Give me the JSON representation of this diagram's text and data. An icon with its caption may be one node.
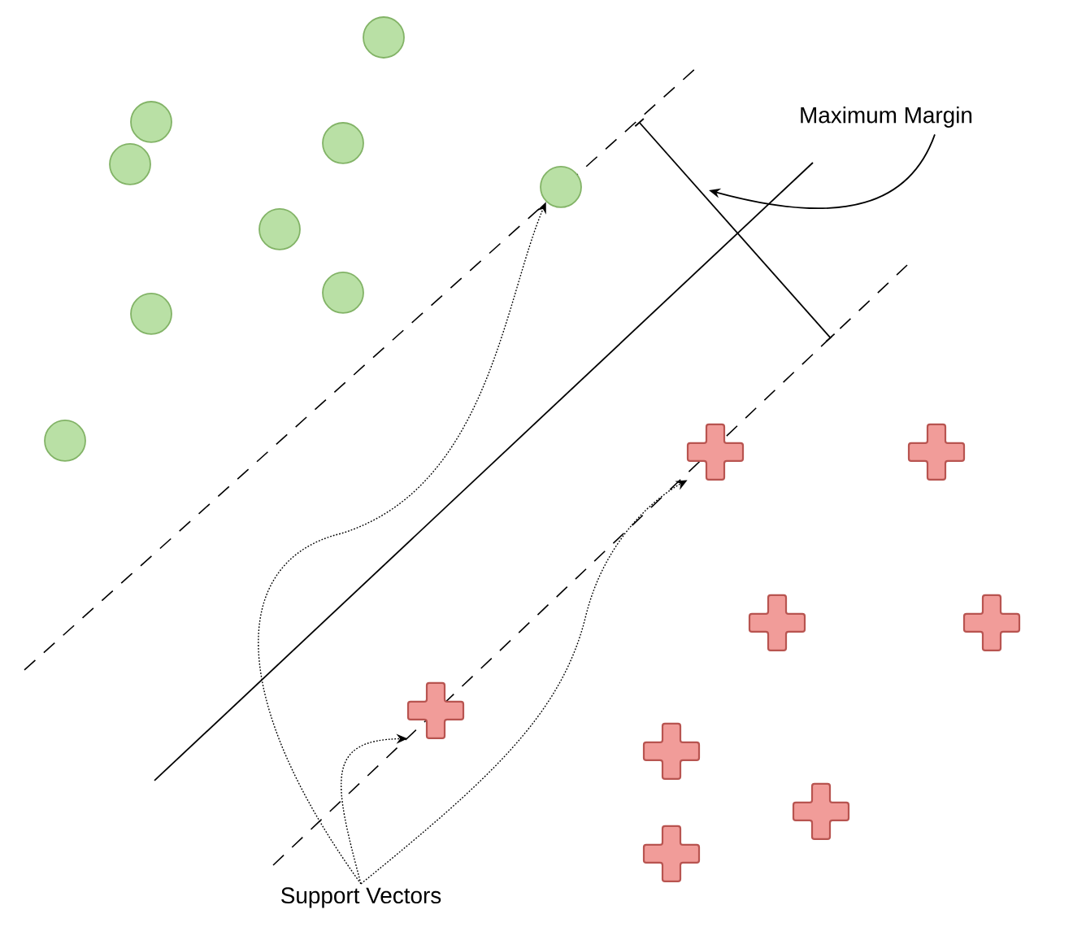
{
  "diagram": {
    "nodes": [
      {
        "text": [
          "Maximum Margin"
        ]
      },
      {
        "text": [],
        "shape": "circle"
      },
      {
        "text": [],
        "shape": "circle"
      },
      {
        "text": [],
        "shape": "circle"
      },
      {
        "text": [],
        "shape": "circle"
      },
      {
        "text": [],
        "shape": "circle"
      },
      {
        "text": [],
        "shape": "circle"
      },
      {
        "text": [],
        "shape": "circle"
      },
      {
        "text": [],
        "shape": "circle"
      },
      {
        "text": [],
        "shape": "circle"
      },
      {
        "text": [],
        "shape": "plus"
      },
      {
        "text": [],
        "shape": "plus"
      },
      {
        "text": [],
        "shape": "plus"
      },
      {
        "text": [],
        "shape": "plus"
      },
      {
        "text": [],
        "shape": "plus"
      },
      {
        "text": [],
        "shape": "plus"
      },
      {
        "text": [],
        "shape": "plus"
      },
      {
        "text": [],
        "shape": "plus"
      },
      {
        "text": [
          "Support Vectors"
        ]
      }
    ],
    "edges": [
      {
        "from": 0,
        "to": null,
        "arrow": "to"
      },
      {
        "from": 18,
        "to": 5,
        "arrow": "to",
        "style": "dashed"
      },
      {
        "from": 18,
        "to": 10,
        "arrow": "to",
        "style": "dashed"
      },
      {
        "from": 18,
        "to": 14,
        "arrow": "to",
        "style": "dashed"
      }
    ]
  }
}
